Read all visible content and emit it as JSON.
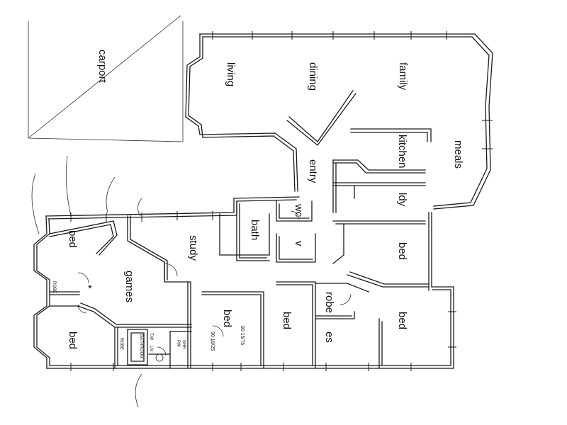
{
  "rooms": {
    "carport": "carport",
    "living": "living",
    "dining": "dining",
    "family": "family",
    "meals": "meals",
    "kitchen": "kitchen",
    "entry": "entry",
    "ldy": "ldy",
    "wc": "wc",
    "bath": "bath",
    "v": "v",
    "study": "study",
    "games": "games",
    "bed_top_left": "bed",
    "bed_bottom_left": "bed",
    "bed_center_left": "bed",
    "bed_center": "bed",
    "bed_right_top": "bed",
    "bed_right_bottom": "bed",
    "robe": "robe",
    "es": "es",
    "robe_small_top": "ROBE",
    "robe_small_bottom": "ROBE",
    "bathroom_small": "BATHROOM"
  },
  "annotations": {
    "dim_a": "90 15/75",
    "dim_b": "90 18/25",
    "label_a": "T.W",
    "label_b": "LN",
    "label_c": "PW",
    "label_d": "SHR"
  }
}
